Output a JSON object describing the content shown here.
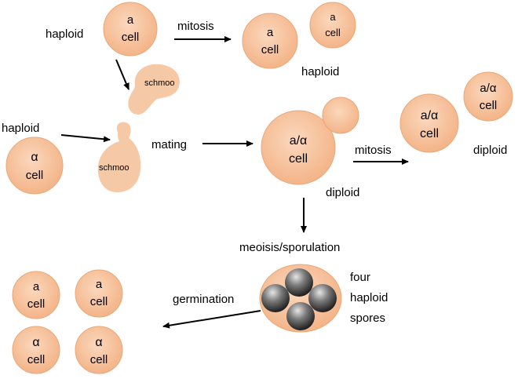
{
  "colors": {
    "cell_fill": "#f7c39e",
    "cell_stroke": "#e39e6c",
    "schmoo_fill": "#f6c9a6",
    "ascus_fill": "#f7c39e",
    "spore_dark": "#2d2d2d",
    "spore_light": "#d8d8d8",
    "arrow": "#000000"
  },
  "labels": {
    "haploid_top": "haploid",
    "mitosis_top": "mitosis",
    "haploid_top_right": "haploid",
    "haploid_left": "haploid",
    "schmoo_upper": "schmoo",
    "schmoo_lower": "schmoo",
    "mating": "mating",
    "mitosis_diploid": "mitosis",
    "diploid_right": "diploid",
    "diploid_center": "diploid",
    "meiosis": "meoisis/sporulation",
    "germination": "germination",
    "spores_line1": "four",
    "spores_line2": "haploid",
    "spores_line3": "spores"
  },
  "cells": {
    "a_top": {
      "type": "a",
      "word": "cell"
    },
    "a_mitosis_big": {
      "type": "a",
      "word": "cell"
    },
    "a_mitosis_small": {
      "type": "a",
      "word": "cell"
    },
    "alpha_left": {
      "type": "α",
      "word": "cell"
    },
    "diploid_main": {
      "type": "a/α",
      "word": "cell"
    },
    "diploid_mitosis_big": {
      "type": "a/α",
      "word": "cell"
    },
    "diploid_mitosis_small": {
      "type": "a/α",
      "word": "cell"
    },
    "germ_a1": {
      "type": "a",
      "word": "cell"
    },
    "germ_a2": {
      "type": "a",
      "word": "cell"
    },
    "germ_alpha1": {
      "type": "α",
      "word": "cell"
    },
    "germ_alpha2": {
      "type": "α",
      "word": "cell"
    }
  }
}
